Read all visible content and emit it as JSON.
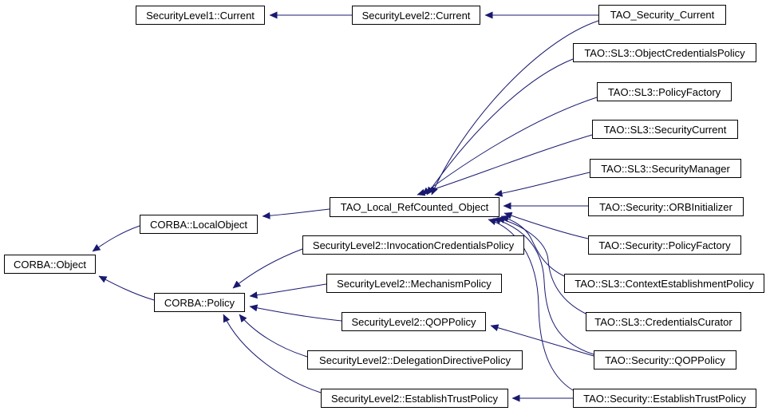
{
  "diagram": {
    "type": "class-inheritance-graph",
    "background_color": "#ffffff",
    "edge_color": "#191970",
    "node_border_color": "#000000",
    "node_fill_color": "#ffffff",
    "text_color": "#000000",
    "nodes": {
      "sl1_current": "SecurityLevel1::Current",
      "sl2_current": "SecurityLevel2::Current",
      "tao_security_current": "TAO_Security_Current",
      "sl3_objectcredentialspolicy": "TAO::SL3::ObjectCredentialsPolicy",
      "sl3_policyfactory": "TAO::SL3::PolicyFactory",
      "sl3_securitycurrent": "TAO::SL3::SecurityCurrent",
      "sl3_securitymanager": "TAO::SL3::SecurityManager",
      "tao_local_refcounted_object": "TAO_Local_RefCounted_Object",
      "sec_orbinitializer": "TAO::Security::ORBInitializer",
      "corba_localobject": "CORBA::LocalObject",
      "sl2_invocationcredentialspolicy": "SecurityLevel2::InvocationCredentialsPolicy",
      "sec_policyfactory": "TAO::Security::PolicyFactory",
      "corba_object": "CORBA::Object",
      "sl2_mechanismpolicy": "SecurityLevel2::MechanismPolicy",
      "sl3_contextestablishmentpolicy": "TAO::SL3::ContextEstablishmentPolicy",
      "corba_policy": "CORBA::Policy",
      "sl2_qoppolicy": "SecurityLevel2::QOPPolicy",
      "sl3_credentialscurator": "TAO::SL3::CredentialsCurator",
      "sl2_delegationdirectivepolicy": "SecurityLevel2::DelegationDirectivePolicy",
      "sec_qoppolicy": "TAO::Security::QOPPolicy",
      "sl2_establishtrustpolicy": "SecurityLevel2::EstablishTrustPolicy",
      "sec_establishtrustpolicy": "TAO::Security::EstablishTrustPolicy"
    },
    "edges": [
      {
        "derived": "sl2_current",
        "base": "sl1_current"
      },
      {
        "derived": "tao_security_current",
        "base": "sl2_current"
      },
      {
        "derived": "tao_security_current",
        "base": "tao_local_refcounted_object"
      },
      {
        "derived": "sl3_objectcredentialspolicy",
        "base": "tao_local_refcounted_object"
      },
      {
        "derived": "sl3_policyfactory",
        "base": "tao_local_refcounted_object"
      },
      {
        "derived": "sl3_securitycurrent",
        "base": "tao_local_refcounted_object"
      },
      {
        "derived": "sl3_securitymanager",
        "base": "tao_local_refcounted_object"
      },
      {
        "derived": "sec_orbinitializer",
        "base": "tao_local_refcounted_object"
      },
      {
        "derived": "sec_policyfactory",
        "base": "tao_local_refcounted_object"
      },
      {
        "derived": "sl3_contextestablishmentpolicy",
        "base": "tao_local_refcounted_object"
      },
      {
        "derived": "sl3_credentialscurator",
        "base": "tao_local_refcounted_object"
      },
      {
        "derived": "sec_qoppolicy",
        "base": "tao_local_refcounted_object"
      },
      {
        "derived": "sec_establishtrustpolicy",
        "base": "tao_local_refcounted_object"
      },
      {
        "derived": "tao_local_refcounted_object",
        "base": "corba_localobject"
      },
      {
        "derived": "corba_localobject",
        "base": "corba_object"
      },
      {
        "derived": "corba_policy",
        "base": "corba_object"
      },
      {
        "derived": "sl2_invocationcredentialspolicy",
        "base": "corba_policy"
      },
      {
        "derived": "sl2_mechanismpolicy",
        "base": "corba_policy"
      },
      {
        "derived": "sl2_qoppolicy",
        "base": "corba_policy"
      },
      {
        "derived": "sl2_delegationdirectivepolicy",
        "base": "corba_policy"
      },
      {
        "derived": "sl2_establishtrustpolicy",
        "base": "corba_policy"
      },
      {
        "derived": "sec_qoppolicy",
        "base": "sl2_qoppolicy"
      },
      {
        "derived": "sec_establishtrustpolicy",
        "base": "sl2_establishtrustpolicy"
      }
    ]
  }
}
